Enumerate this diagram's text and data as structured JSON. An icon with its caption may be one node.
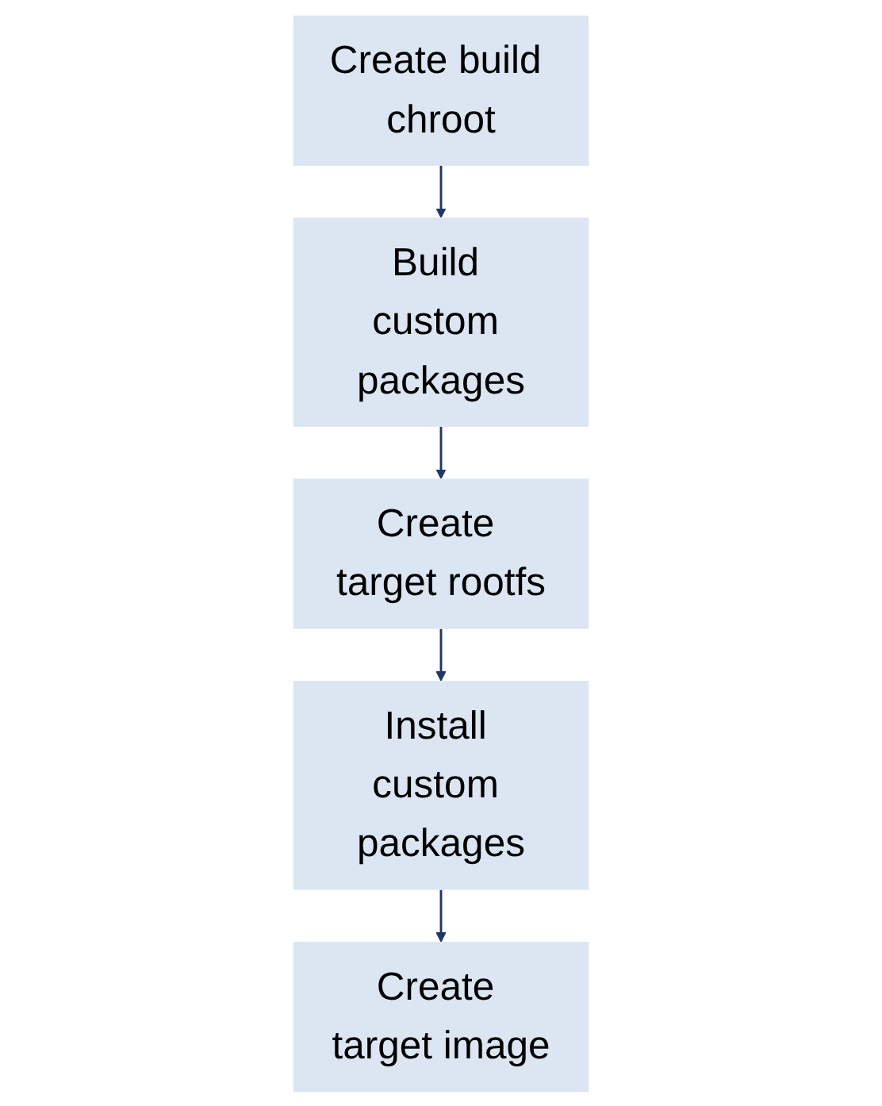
{
  "diagram": {
    "nodes": [
      {
        "text": [
          "Create build chroot"
        ]
      },
      {
        "text": [
          "Build custom packages"
        ]
      },
      {
        "text": [
          "Create target rootfs"
        ]
      },
      {
        "text": [
          "Install custom packages"
        ]
      },
      {
        "text": [
          "Create target image"
        ]
      }
    ],
    "edges": [
      {
        "from": 0,
        "to": 1,
        "arrow": "to"
      },
      {
        "from": 1,
        "to": 2,
        "arrow": "to"
      },
      {
        "from": 2,
        "to": 3,
        "arrow": "to"
      },
      {
        "from": 3,
        "to": 4,
        "arrow": "to"
      }
    ]
  }
}
